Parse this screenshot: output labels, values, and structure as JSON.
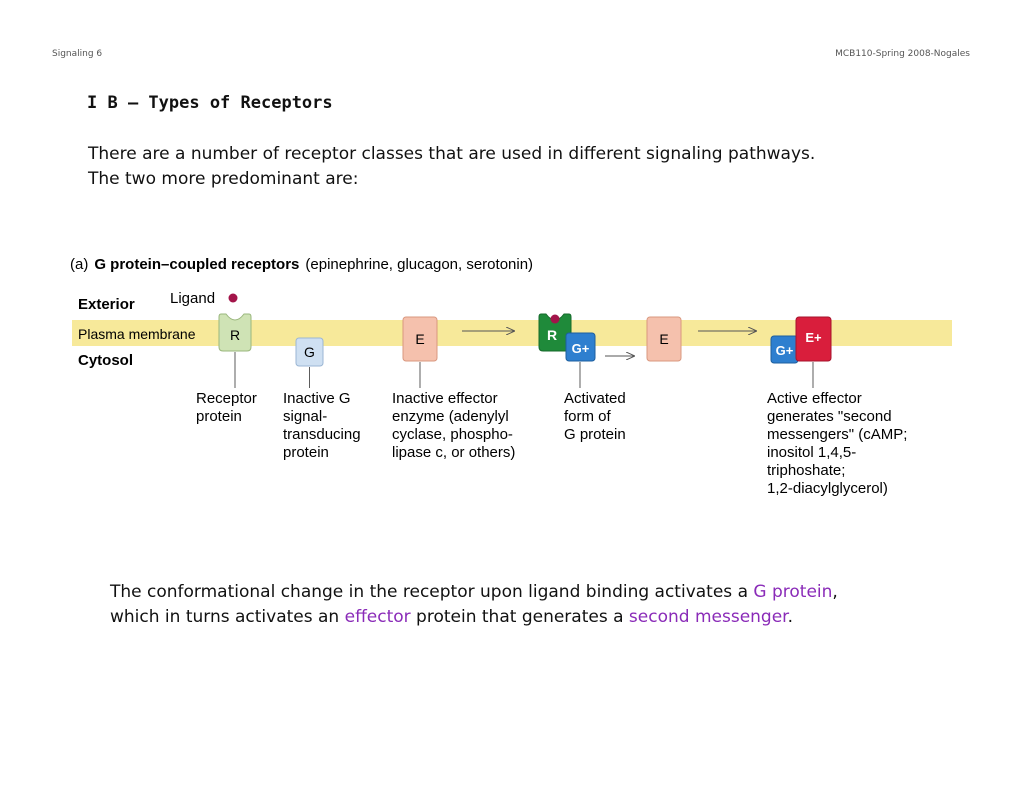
{
  "header": {
    "left": "Signaling 6",
    "right": "MCB110-Spring 2008-Nogales"
  },
  "heading": "I B – Types of Receptors",
  "intro": {
    "line1": "There are a number of receptor classes that are used in different signaling pathways.",
    "line2": "The two more predominant are:"
  },
  "figure": {
    "panel_label": "(a)",
    "panel_title": "G protein–coupled receptors",
    "panel_examples": "(epinephrine, glucagon, serotonin)",
    "exterior_label": "Exterior",
    "membrane_label": "Plasma membrane",
    "cytosol_label": "Cytosol",
    "ligand_label": "Ligand",
    "r_label": "R",
    "g_label": "G",
    "e_label": "E",
    "gplus_label": "G+",
    "eplus_label": "E+",
    "receptor_text": [
      "Receptor",
      "protein"
    ],
    "inactive_g_text": [
      "Inactive G",
      "signal-",
      "transducing",
      "protein"
    ],
    "inactive_effector_text": [
      "Inactive effector",
      "enzyme (adenylyl",
      "cyclase, phospho-",
      "lipase c, or others)"
    ],
    "activated_g_text": [
      "Activated",
      "form of",
      "G protein"
    ],
    "active_effector_text": [
      "Active effector",
      "generates \"second",
      "messengers\" (cAMP;",
      "inositol 1,4,5-",
      "triphoshate;",
      "1,2-diacylglycerol)"
    ],
    "colors": {
      "membrane": "#f7e99a",
      "receptor": "#cfe3b5",
      "receptor_active": "#1f8a3a",
      "g_protein": "#cfe0f2",
      "g_active": "#2e7fcf",
      "effector": "#f5c1ad",
      "effector_active": "#d91e3c",
      "ligand": "#a3144a"
    }
  },
  "caption": {
    "part1": "The conformational change in the receptor upon ligand binding activates a ",
    "g_protein": "G protein",
    "part2": ",",
    "part3": "which in turns activates an ",
    "effector": "effector",
    "part4": " protein that generates a ",
    "second_messenger": "second messenger",
    "part5": "."
  }
}
